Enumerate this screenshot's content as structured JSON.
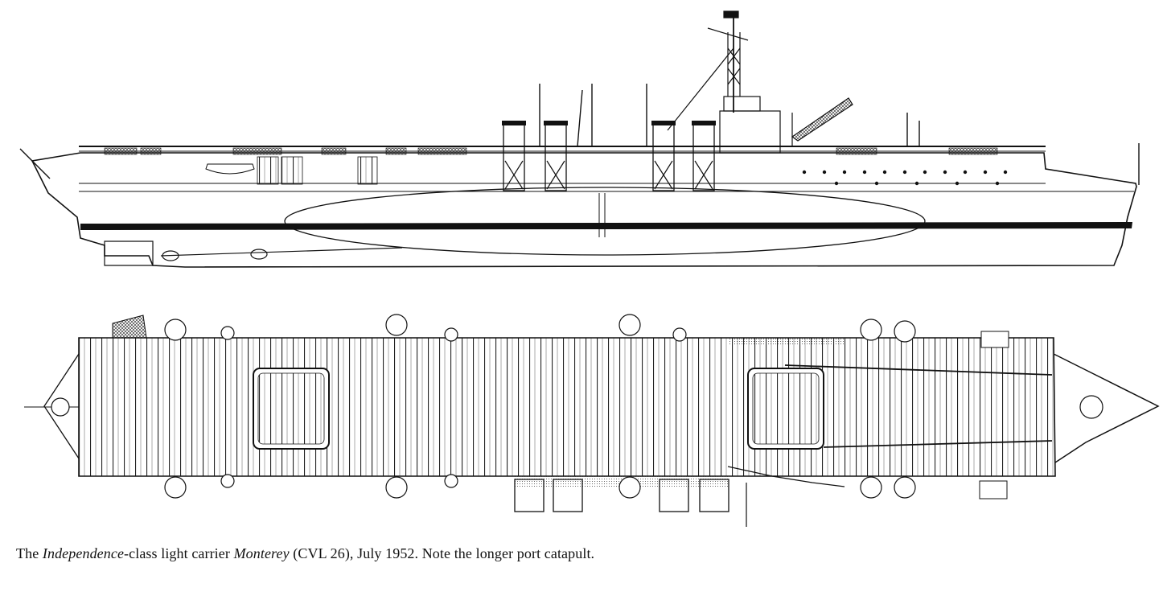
{
  "caption": {
    "prefix": "The ",
    "class_name": "Independence",
    "middle": "-class light carrier ",
    "ship_name": "Monterey",
    "suffix": " (CVL 26), July 1952. Note the longer port catapult."
  },
  "colors": {
    "ink": "#111111",
    "paper": "#ffffff"
  }
}
